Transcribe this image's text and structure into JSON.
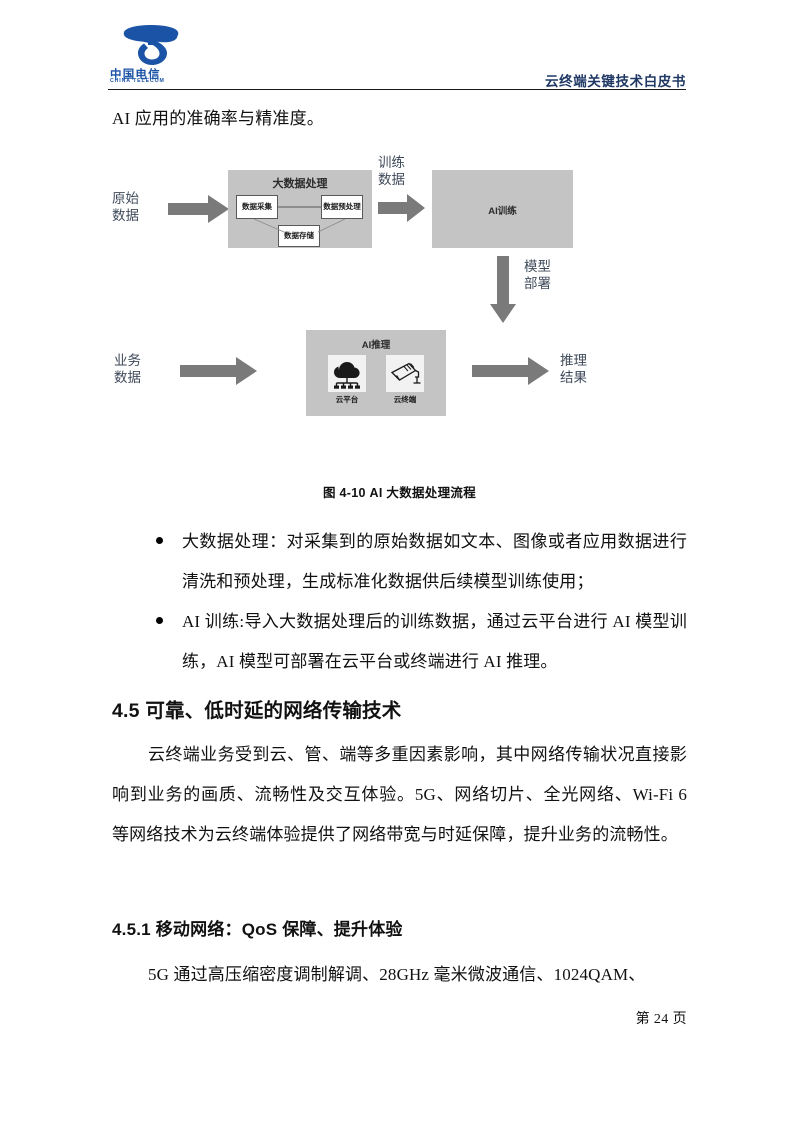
{
  "header": {
    "logo_cn": "中国电信",
    "logo_en": "CHINA TELECOM",
    "logo_icon": "china-telecom-logo-icon",
    "title": "云终端关键技术白皮书",
    "brand_color": "#1b53a6",
    "title_color": "#1f3864"
  },
  "intro": {
    "line": "AI 应用的准确率与精准度。"
  },
  "figure": {
    "caption": "图 4-10 AI 大数据处理流程",
    "labels": {
      "raw_data": "原始\n数据",
      "training_data": "训练\n数据",
      "model_deploy": "模型\n部署",
      "business_data": "业务\n数据",
      "inference_result": "推理\n结果"
    },
    "boxes": {
      "bigdata": {
        "title": "大数据处理",
        "sub": [
          {
            "label": "数据采集"
          },
          {
            "label": "数据预处理"
          },
          {
            "label": "数据存储"
          }
        ]
      },
      "ai_training": {
        "title": "AI训练"
      },
      "ai_inference": {
        "title": "AI推理",
        "icons": [
          {
            "name": "cloud-platform-icon",
            "caption": "云平台"
          },
          {
            "name": "camera-terminal-icon",
            "caption": "云终端"
          }
        ]
      }
    },
    "colors": {
      "box_fill": "#c4c4c4",
      "arrow": "#7a7a7a",
      "label_text": "#3f4a5a"
    }
  },
  "bullets": [
    {
      "text": "大数据处理：对采集到的原始数据如文本、图像或者应用数据进行清洗和预处理，生成标准化数据供后续模型训练使用；"
    },
    {
      "text": "AI 训练:导入大数据处理后的训练数据，通过云平台进行 AI 模型训练，AI 模型可部署在云平台或终端进行 AI 推理。"
    }
  ],
  "sections": {
    "h2_45": "4.5  可靠、低时延的网络传输技术",
    "para_45": "云终端业务受到云、管、端等多重因素影响，其中网络传输状况直接影响到业务的画质、流畅性及交互体验。5G、网络切片、全光网络、Wi-Fi 6 等网络技术为云终端体验提供了网络带宽与时延保障，提升业务的流畅性。",
    "h3_451": "4.5.1  移动网络：QoS 保障、提升体验",
    "para_451": "5G 通过高压缩密度调制解调、28GHz 毫米微波通信、1024QAM、"
  },
  "footer": {
    "page_label": "第 24 页"
  }
}
